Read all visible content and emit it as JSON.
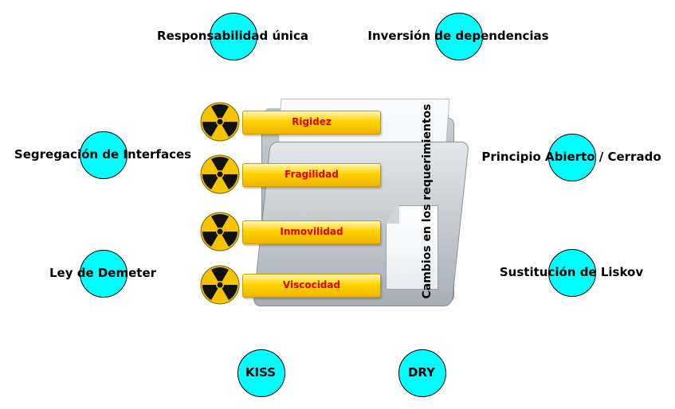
{
  "principles": {
    "srp": "Responsabilidad única",
    "dip": "Inversión de dependencias",
    "isp": "Segregación de Interfaces",
    "ocp": "Principio Abierto / Cerrado",
    "lod": "Ley de Demeter",
    "lsp": "Sustitución de Liskov",
    "kiss": "KISS",
    "dry": "DRY"
  },
  "smells": [
    "Rigidez",
    "Fragilidad",
    "Inmovilidad",
    "Viscocidad"
  ],
  "center_label": "Cambios en los requerimientos",
  "colors": {
    "node": "#00ffff",
    "smell_text": "#e00000",
    "bar": "#ffd400"
  },
  "icons": {
    "hazard": "radiation-icon",
    "folder": "folder-icon",
    "document": "document-icon"
  }
}
